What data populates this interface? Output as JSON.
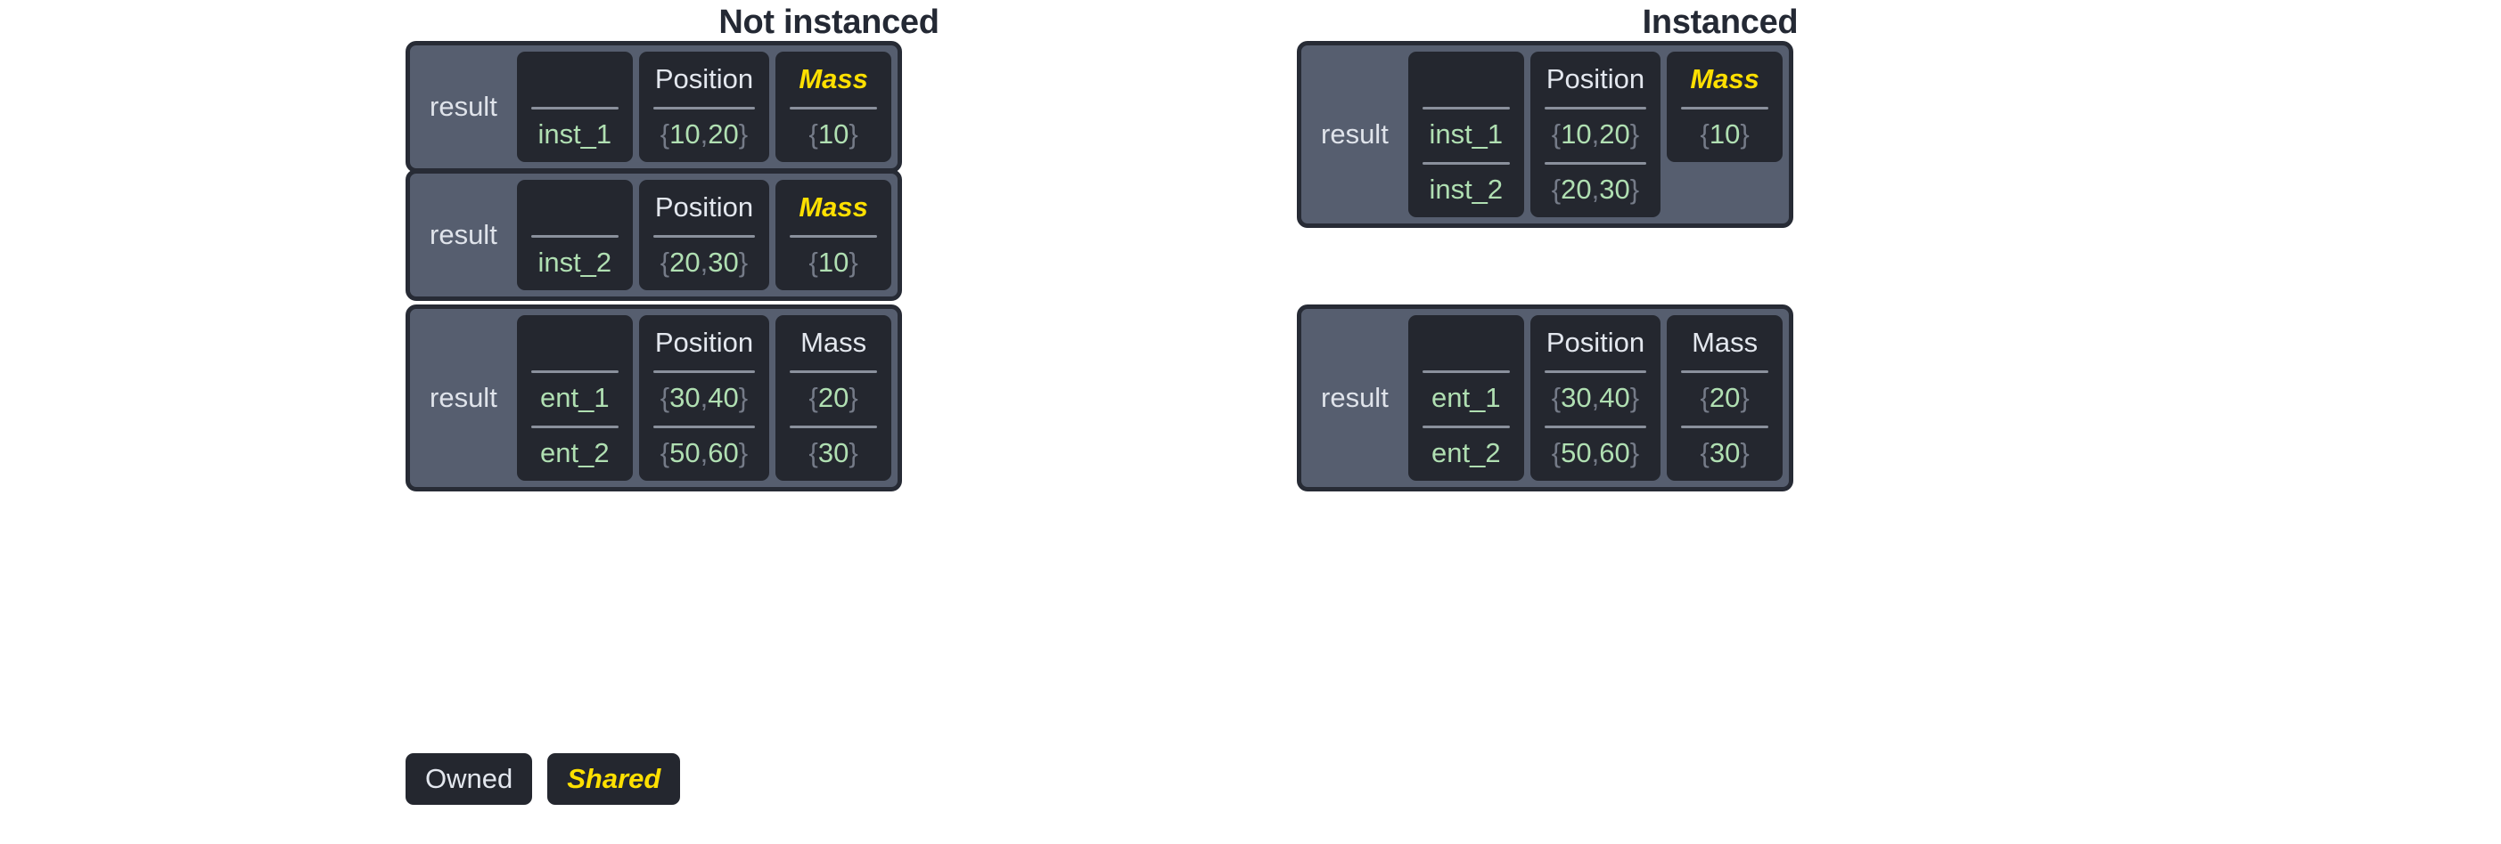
{
  "titles": {
    "left": "Not instanced",
    "right": "Instanced"
  },
  "labels": {
    "result": "result"
  },
  "headers": {
    "name": "",
    "position": "Position",
    "mass": "Mass"
  },
  "legend": {
    "owned": "Owned",
    "shared": "Shared"
  },
  "colors": {
    "page_background": "#ffffff",
    "title_text": "#242934",
    "card_background": "#565e6f",
    "card_border": "#272b35",
    "cell_background": "#24272f",
    "header_text": "#e3e7ee",
    "shared_text": "#ffe000",
    "value_text": "#b0dfb2",
    "brace_text": "#757b88",
    "separator": "#8a909c"
  },
  "not_instanced": {
    "tables": [
      {
        "label": "result",
        "columns": [
          {
            "header": "",
            "shared": false,
            "cells": [
              "inst_1"
            ]
          },
          {
            "header": "Position",
            "shared": false,
            "cells": [
              "{10, 20}"
            ]
          },
          {
            "header": "Mass",
            "shared": true,
            "cells": [
              "{10}"
            ]
          }
        ]
      },
      {
        "label": "result",
        "columns": [
          {
            "header": "",
            "shared": false,
            "cells": [
              "inst_2"
            ]
          },
          {
            "header": "Position",
            "shared": false,
            "cells": [
              "{20, 30}"
            ]
          },
          {
            "header": "Mass",
            "shared": true,
            "cells": [
              "{10}"
            ]
          }
        ]
      },
      {
        "label": "result",
        "columns": [
          {
            "header": "",
            "shared": false,
            "cells": [
              "ent_1",
              "ent_2"
            ]
          },
          {
            "header": "Position",
            "shared": false,
            "cells": [
              "{30, 40}",
              "{50, 60}"
            ]
          },
          {
            "header": "Mass",
            "shared": false,
            "cells": [
              "{20}",
              "{30}"
            ]
          }
        ]
      }
    ]
  },
  "instanced": {
    "tables": [
      {
        "label": "result",
        "columns": [
          {
            "header": "",
            "shared": false,
            "cells": [
              "inst_1",
              "inst_2"
            ]
          },
          {
            "header": "Position",
            "shared": false,
            "cells": [
              "{10, 20}",
              "{20, 30}"
            ]
          },
          {
            "header": "Mass",
            "shared": true,
            "cells": [
              "{10}"
            ]
          }
        ]
      },
      {
        "label": "result",
        "columns": [
          {
            "header": "",
            "shared": false,
            "cells": [
              "ent_1",
              "ent_2"
            ]
          },
          {
            "header": "Position",
            "shared": false,
            "cells": [
              "{30, 40}",
              "{50, 60}"
            ]
          },
          {
            "header": "Mass",
            "shared": false,
            "cells": [
              "{20}",
              "{30}"
            ]
          }
        ]
      }
    ]
  },
  "cell_values": {
    "inst_1": "inst_1",
    "inst_2": "inst_2",
    "ent_1": "ent_1",
    "ent_2": "ent_2",
    "pos_10_20": "{10, 20}",
    "pos_20_30": "{20, 30}",
    "pos_30_40": "{30, 40}",
    "pos_50_60": "{50, 60}",
    "mass_10": "{10}",
    "mass_20": "{20}",
    "mass_30": "{30}"
  }
}
